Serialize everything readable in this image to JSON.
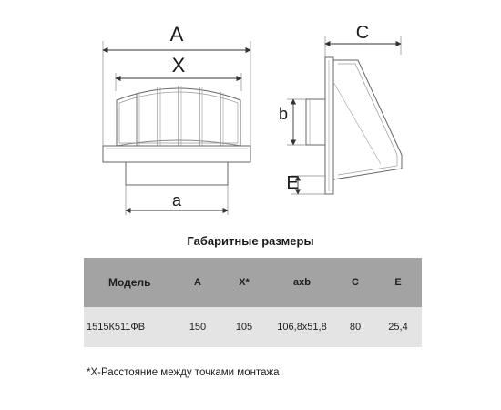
{
  "drawing": {
    "front_view": {
      "dim_A": "A",
      "dim_X": "X",
      "dim_a": "a"
    },
    "side_view": {
      "dim_C": "C",
      "dim_b": "b",
      "dim_E": "E"
    }
  },
  "spec": {
    "title": "Габаритные размеры",
    "columns": [
      {
        "key": "model",
        "label": "Модель"
      },
      {
        "key": "A",
        "label": "A"
      },
      {
        "key": "X",
        "label": "X*"
      },
      {
        "key": "axb",
        "label": "axb"
      },
      {
        "key": "C",
        "label": "C"
      },
      {
        "key": "E",
        "label": "E"
      }
    ],
    "rows": [
      {
        "model": "1515К511ФВ",
        "A": "150",
        "X": "105",
        "axb": "106,8x51,8",
        "C": "80",
        "E": "25,4"
      }
    ],
    "header_color": "#a3a3a3",
    "row_color": "#e4e4e4"
  },
  "footnote": "*X-Расстояние между точками монтажа"
}
